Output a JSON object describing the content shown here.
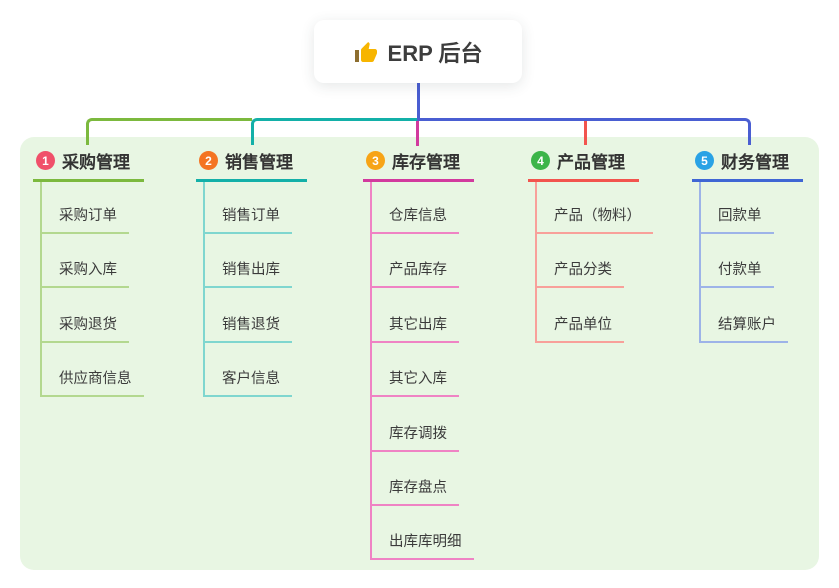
{
  "root": {
    "label": "ERP 后台",
    "icon": "thumbs-up-icon",
    "icon_color": "#f7b500",
    "connector_color": "#4a5ed2",
    "card_bg": "#ffffff"
  },
  "canvas": {
    "page_bg": "#ffffff",
    "panel_bg": "#e8f6e3",
    "text_color": "#3b3b3b"
  },
  "branches": [
    {
      "num": "1",
      "label": "采购管理",
      "badge_color": "#f0506a",
      "line_color": "#7cb93e",
      "child_line_color": "#b3d88f",
      "children": [
        "采购订单",
        "采购入库",
        "采购退货",
        "供应商信息"
      ]
    },
    {
      "num": "2",
      "label": "销售管理",
      "badge_color": "#f47422",
      "line_color": "#13b0a8",
      "child_line_color": "#7fd6cf",
      "children": [
        "销售订单",
        "销售出库",
        "销售退货",
        "客户信息"
      ]
    },
    {
      "num": "3",
      "label": "库存管理",
      "badge_color": "#f7a416",
      "line_color": "#d23a9e",
      "child_line_color": "#ef83c4",
      "children": [
        "仓库信息",
        "产品库存",
        "其它出库",
        "其它入库",
        "库存调拨",
        "库存盘点",
        "出库库明细"
      ]
    },
    {
      "num": "4",
      "label": "产品管理",
      "badge_color": "#3cb549",
      "line_color": "#f2544e",
      "child_line_color": "#f8a09a",
      "children": [
        "产品（物料）",
        "产品分类",
        "产品单位"
      ]
    },
    {
      "num": "5",
      "label": "财务管理",
      "badge_color": "#29a2e5",
      "line_color": "#3f66d4",
      "child_line_color": "#9db3e8",
      "children": [
        "回款单",
        "付款单",
        "结算账户"
      ]
    }
  ]
}
